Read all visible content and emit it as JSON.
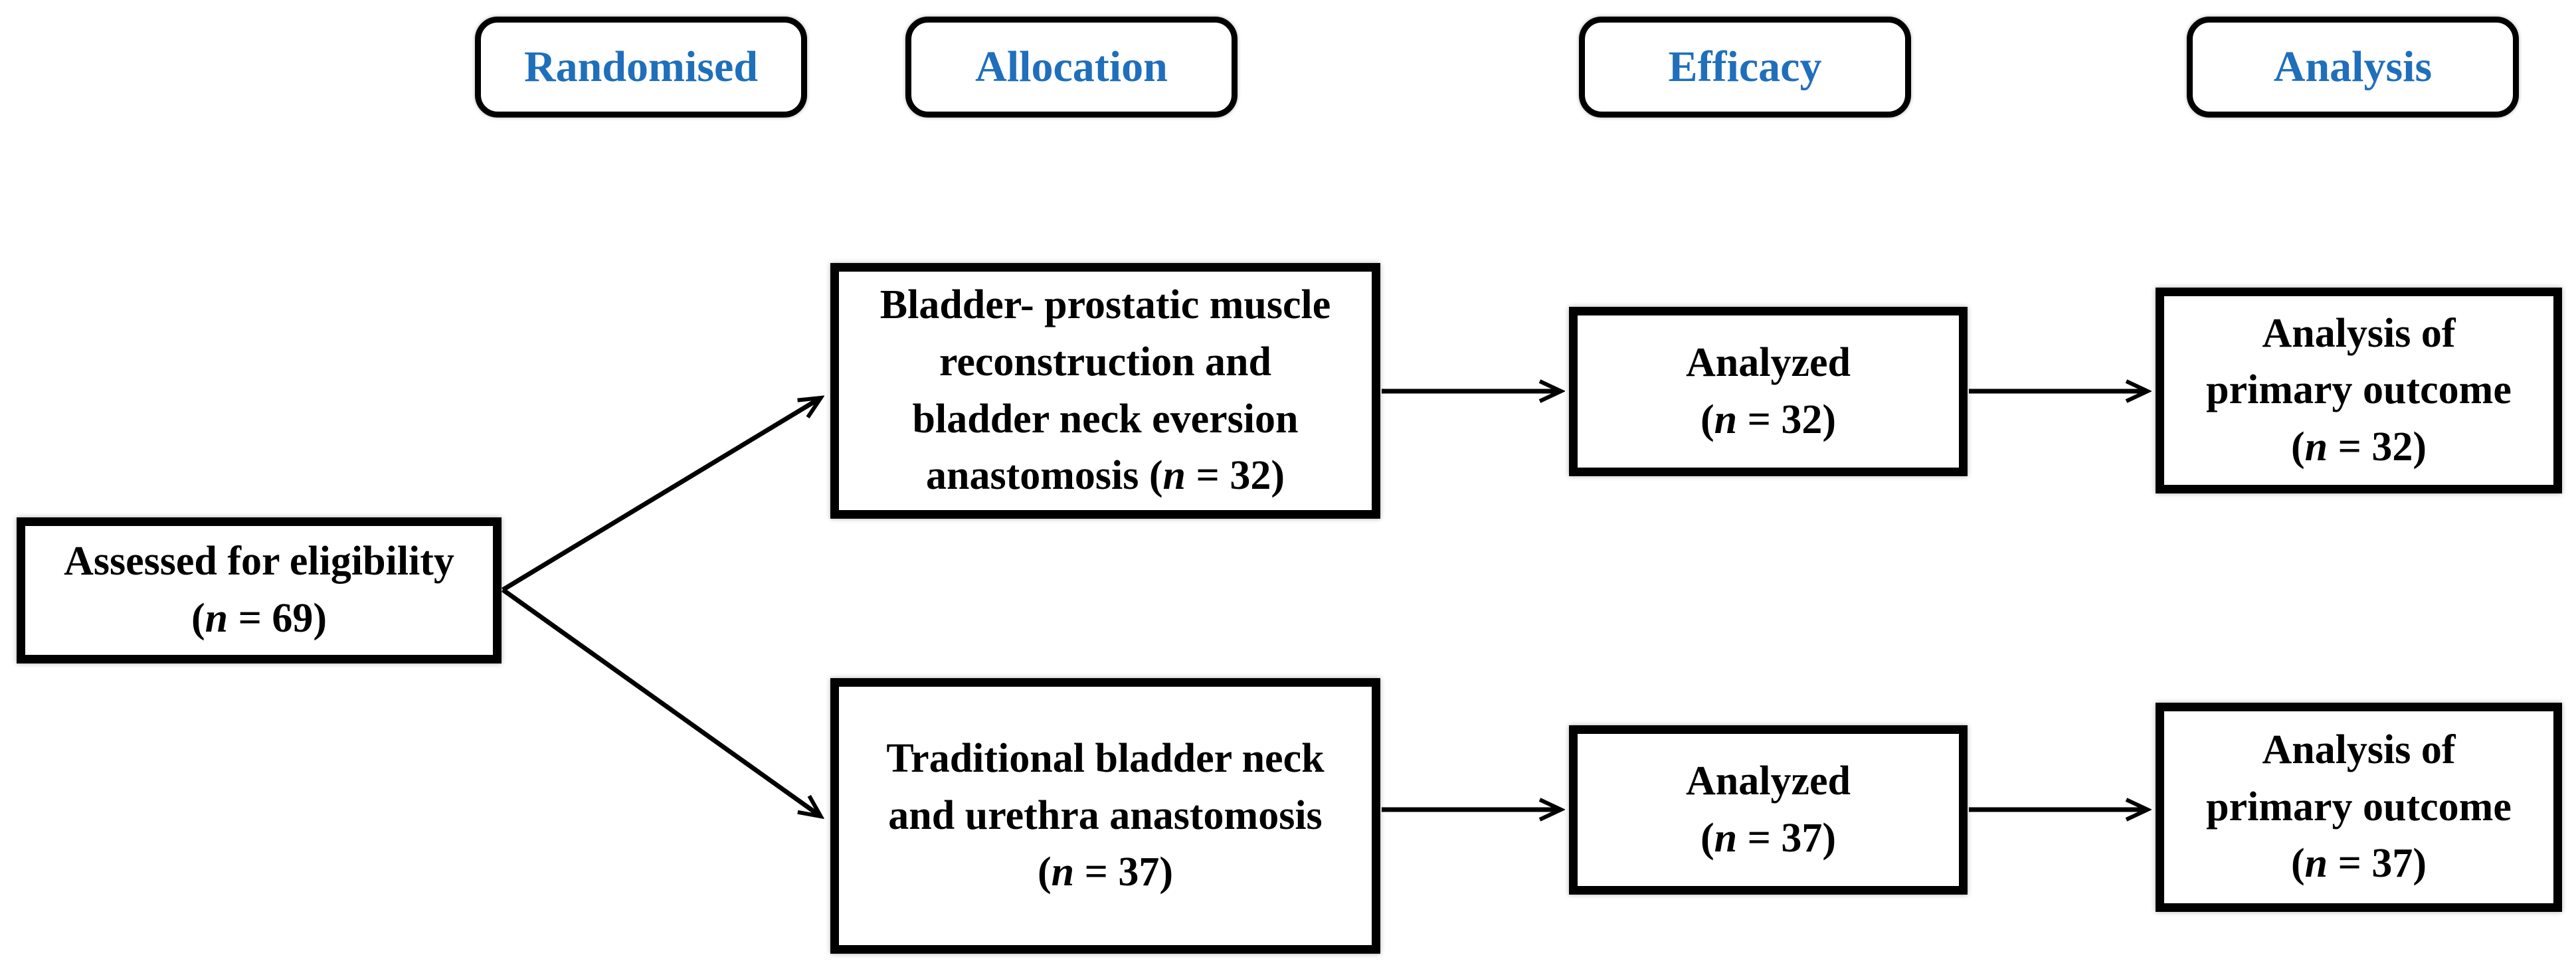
{
  "diagram": {
    "title_semantic": "CONSORT flow diagram",
    "background_color": "#ffffff",
    "accent_blue": "#1f6fbb",
    "line_color": "#000000",
    "stage_labels": [
      {
        "label": "Randomised"
      },
      {
        "label": "Allocation"
      },
      {
        "label": "Efficacy"
      },
      {
        "label": "Analysis"
      }
    ],
    "nodes": {
      "assessed": {
        "lines": [
          "Assessed for eligibility",
          "(n = 69)"
        ],
        "n_value": 69
      },
      "arm1_allocation": {
        "lines": [
          "Bladder- prostatic muscle",
          "reconstruction and",
          "bladder neck eversion",
          "anastomosis (n = 32)"
        ],
        "n_value": 32
      },
      "arm1_analyzed": {
        "lines": [
          "Analyzed",
          "(n = 32)"
        ],
        "n_value": 32
      },
      "arm1_outcome": {
        "lines": [
          "Analysis of",
          "primary outcome",
          "(n = 32)"
        ],
        "n_value": 32
      },
      "arm2_allocation": {
        "lines": [
          "Traditional bladder neck",
          "and urethra anastomosis",
          "(n = 37)"
        ],
        "n_value": 37
      },
      "arm2_analyzed": {
        "lines": [
          "Analyzed",
          "(n = 37)"
        ],
        "n_value": 37
      },
      "arm2_outcome": {
        "lines": [
          "Analysis of",
          "primary outcome",
          "(n = 37)"
        ],
        "n_value": 37
      }
    }
  }
}
